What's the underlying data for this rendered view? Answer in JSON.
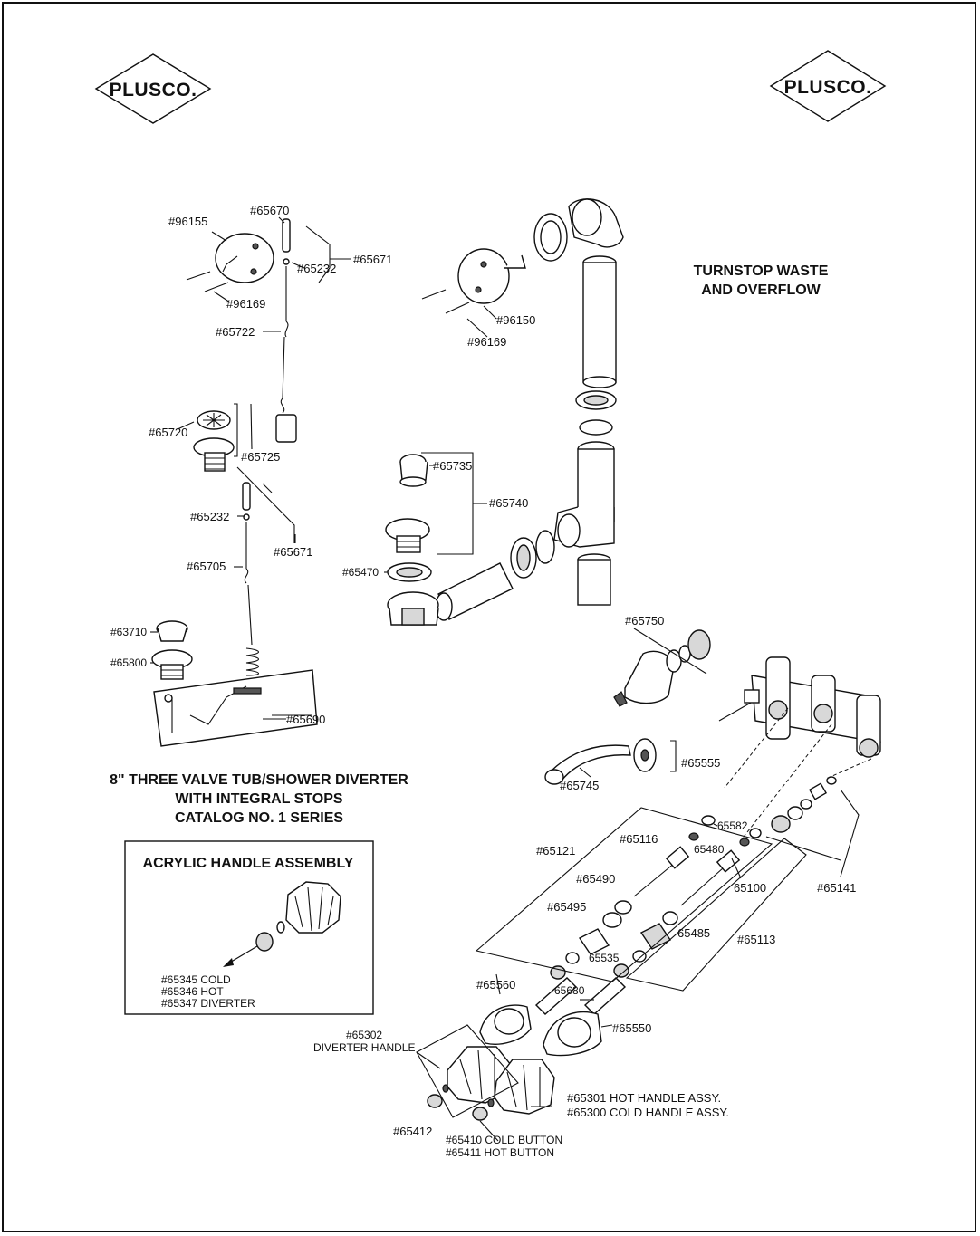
{
  "logos": {
    "left": "PLUSCO.",
    "right": "PLUSCO."
  },
  "headings": {
    "turnstop_line1": "TURNSTOP WASTE",
    "turnstop_line2": "AND OVERFLOW",
    "diverter_line1": "8\" THREE VALVE TUB/SHOWER DIVERTER",
    "diverter_line2": "WITH INTEGRAL STOPS",
    "diverter_line3": "CATALOG NO. 1 SERIES"
  },
  "acrylic_box": {
    "title": "ACRYLIC HANDLE ASSEMBLY",
    "items": [
      "#65345 COLD",
      "#65346 HOT",
      "#65347 DIVERTER"
    ]
  },
  "part_labels": {
    "p96155": "#96155",
    "p65670": "#65670",
    "p65671_top": "#65671",
    "p65232_top": "#65232",
    "p96169_left": "#96169",
    "p65722": "#65722",
    "p65720": "#65720",
    "p65725": "#65725",
    "p65232_mid": "#65232",
    "p65671_mid": "#65671",
    "p65705": "#65705",
    "p63710": "#63710",
    "p65800": "#65800",
    "p65690": "#65690",
    "p96150": "#96150",
    "p96169_right": "#96169",
    "p65735": "#65735",
    "p65740": "#65740",
    "p65470": "#65470",
    "p65750": "#65750",
    "p65555": "#65555",
    "p65745": "#65745",
    "p65582": "65582",
    "p65116": "#65116",
    "p65480": "65480",
    "p65121": "#65121",
    "p65490": "#65490",
    "p65100": "65100",
    "p65141": "#65141",
    "p65495": "#65495",
    "p65485": "65485",
    "p65113": "#65113",
    "p65535": "65535",
    "p65560": "#65560",
    "p65680": "65680",
    "p65550": "#65550",
    "p65302_a": "#65302",
    "p65302_b": "DIVERTER HANDLE",
    "p65412": "#65412",
    "p65301": "#65301 HOT   HANDLE ASSY.",
    "p65300": "#65300 COLD HANDLE ASSY.",
    "p65410": "#65410 COLD BUTTON",
    "p65411": "#65411 HOT BUTTON"
  }
}
